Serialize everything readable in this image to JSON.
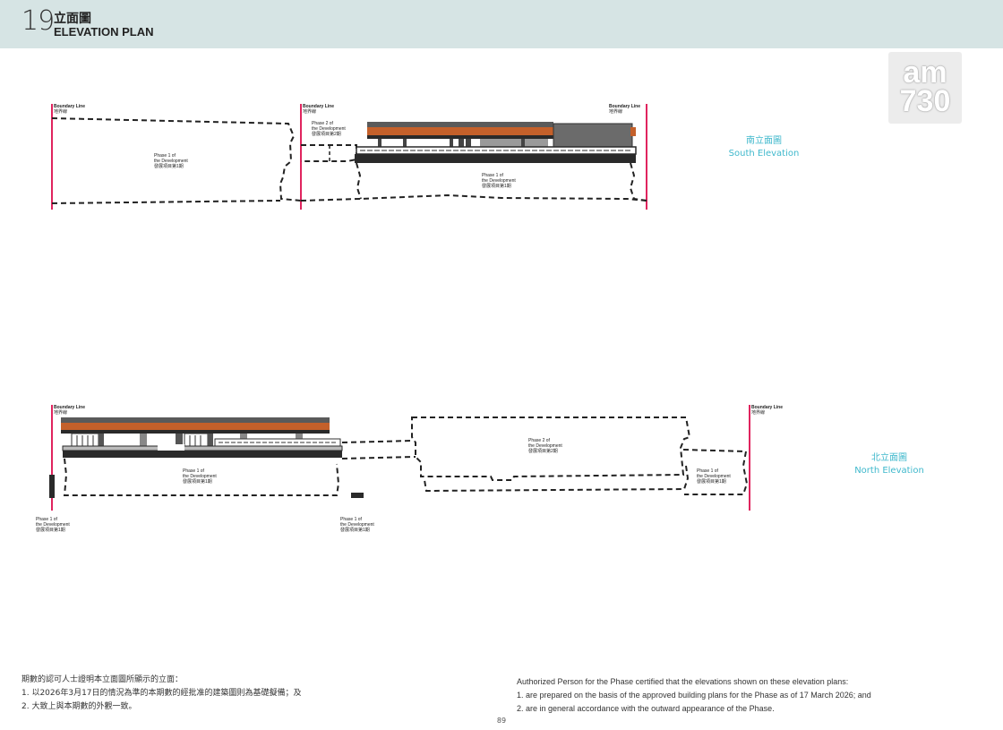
{
  "header": {
    "section_number": "19",
    "title_zh": "立面圖",
    "title_en": "ELEVATION PLAN"
  },
  "watermark": {
    "line1": "am",
    "line2": "730"
  },
  "south_elevation": {
    "label_zh": "南立面圖",
    "label_en": "South Elevation",
    "boundary_labels": [
      {
        "en": "Boundary Line",
        "zh": "地界線"
      },
      {
        "en": "Boundary Line",
        "zh": "地界線"
      },
      {
        "en": "Boundary Line",
        "zh": "地界線"
      }
    ],
    "phase_labels": [
      {
        "l1": "Phase 1 of",
        "l2": "the Development",
        "l3": "發展項目第1期"
      },
      {
        "l1": "Phase 2 of",
        "l2": "the Development",
        "l3": "發展項目第2期"
      },
      {
        "l1": "Phase 1 of",
        "l2": "the Development",
        "l3": "發展項目第1期"
      }
    ]
  },
  "north_elevation": {
    "label_zh": "北立面圖",
    "label_en": "North Elevation",
    "boundary_labels": [
      {
        "en": "Boundary Line",
        "zh": "地界線"
      },
      {
        "en": "Boundary Line",
        "zh": "地界線"
      }
    ],
    "phase_labels": [
      {
        "l1": "Phase 1 of",
        "l2": "the Development",
        "l3": "發展項目第1期"
      },
      {
        "l1": "Phase 2 of",
        "l2": "the Development",
        "l3": "發展項目第2期"
      },
      {
        "l1": "Phase 1 of",
        "l2": "the Development",
        "l3": "發展項目第1期"
      },
      {
        "l1": "Phase 1 of",
        "l2": "the Development",
        "l3": "發展項目第1期"
      },
      {
        "l1": "Phase 1 of",
        "l2": "the Development",
        "l3": "發展項目第1期"
      }
    ]
  },
  "notes_zh": {
    "intro": "期數的認可人士證明本立面圖所顯示的立面：",
    "item1": "1.  以2026年3月17日的情況為準的本期數的經批准的建築圖則為基礎擬備；及",
    "item2": "2.  大致上與本期數的外觀一致。"
  },
  "notes_en": {
    "intro": "Authorized Person for the Phase certified that the elevations shown on these elevation plans:",
    "item1": "1.   are prepared on the basis of the approved building plans for the Phase as of 17 March 2026; and",
    "item2": "2.   are in general accordance with the outward appearance of the Phase."
  },
  "page_number": "89",
  "colors": {
    "header_bg": "#d6e4e4",
    "accent": "#3fb8cc",
    "boundary": "#e0245e",
    "roof": "#c4602a",
    "structure": "#2a2a2a"
  }
}
